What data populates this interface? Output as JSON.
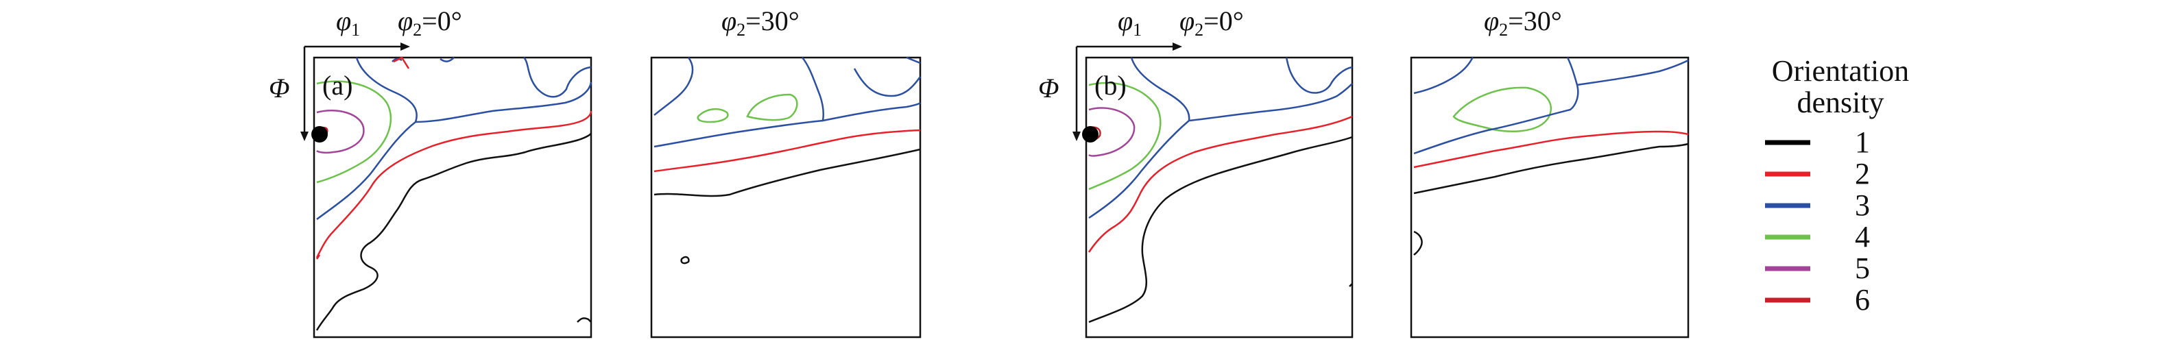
{
  "panel_a": {
    "label": "(a)",
    "section_left": {
      "phi2_symbol": "φ",
      "phi2_sub": "2",
      "phi2_value": "=0°"
    },
    "section_right": {
      "phi2_symbol": "φ",
      "phi2_sub": "2",
      "phi2_value": "=30°"
    },
    "phi1_symbol": "φ",
    "phi1_sub": "1",
    "Phi_symbol": "Φ"
  },
  "panel_b": {
    "label": "(b)",
    "section_left": {
      "phi2_symbol": "φ",
      "phi2_sub": "2",
      "phi2_value": "=0°"
    },
    "section_right": {
      "phi2_symbol": "φ",
      "phi2_sub": "2",
      "phi2_value": "=30°"
    },
    "phi1_symbol": "φ",
    "phi1_sub": "1",
    "Phi_symbol": "Φ"
  },
  "legend": {
    "title_line1": "Orientation",
    "title_line2": "density",
    "entries": [
      {
        "label": "1",
        "color": "#000000"
      },
      {
        "label": "2",
        "color": "#e8202a"
      },
      {
        "label": "3",
        "color": "#2b4fa2"
      },
      {
        "label": "4",
        "color": "#6cc24a"
      },
      {
        "label": "5",
        "color": "#a3449a"
      },
      {
        "label": "6",
        "color": "#c8202a"
      }
    ]
  }
}
